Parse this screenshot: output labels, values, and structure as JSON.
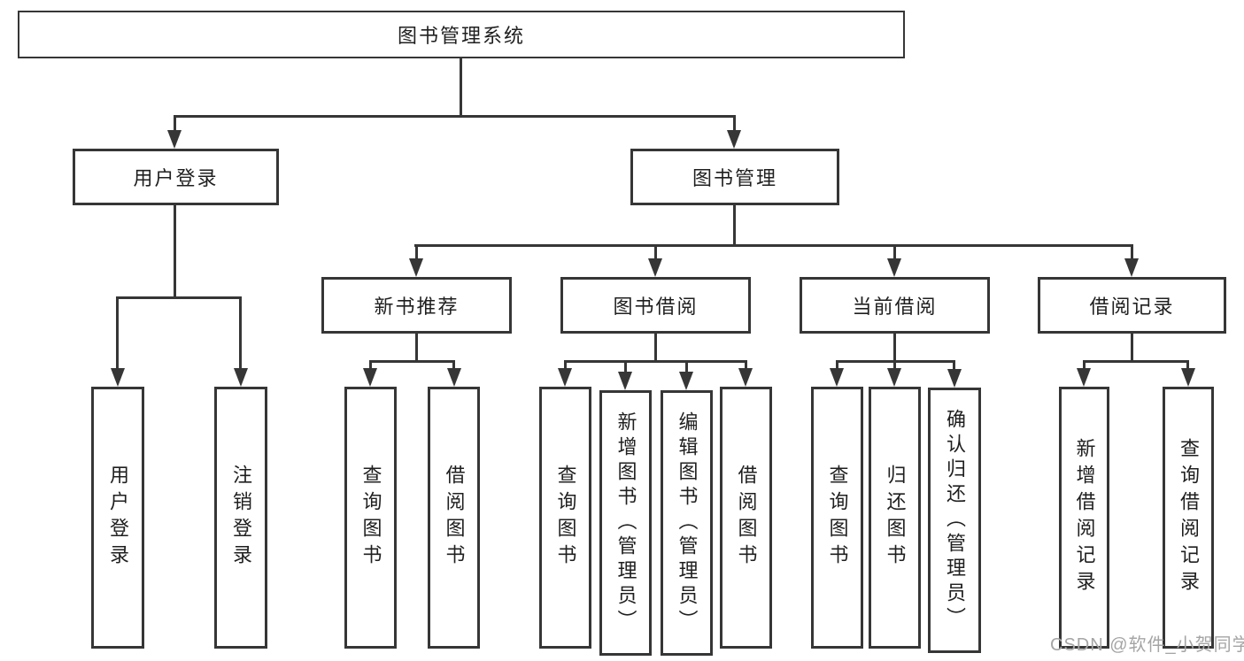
{
  "diagram_type": "hierarchy-tree",
  "tree": {
    "label": "图书管理系统",
    "children": [
      {
        "label": "用户登录",
        "children": [
          {
            "label": "用户登录"
          },
          {
            "label": "注销登录"
          }
        ]
      },
      {
        "label": "图书管理",
        "children": [
          {
            "label": "新书推荐",
            "children": [
              {
                "label": "查询图书"
              },
              {
                "label": "借阅图书"
              }
            ]
          },
          {
            "label": "图书借阅",
            "children": [
              {
                "label": "查询图书"
              },
              {
                "label": "新增图书（管理员）"
              },
              {
                "label": "编辑图书（管理员）"
              },
              {
                "label": "借阅图书"
              }
            ]
          },
          {
            "label": "当前借阅",
            "children": [
              {
                "label": "查询图书"
              },
              {
                "label": "归还图书"
              },
              {
                "label": "确认归还（管理员）"
              }
            ]
          },
          {
            "label": "借阅记录",
            "children": [
              {
                "label": "新增借阅记录"
              },
              {
                "label": "查询借阅记录"
              }
            ]
          }
        ]
      }
    ]
  },
  "watermark": "CSDN @软件_小贺同学",
  "colors": {
    "line": "#363636",
    "text": "#1f1f1f",
    "background": "#ffffff",
    "watermark_color": "#a5a5a5"
  }
}
